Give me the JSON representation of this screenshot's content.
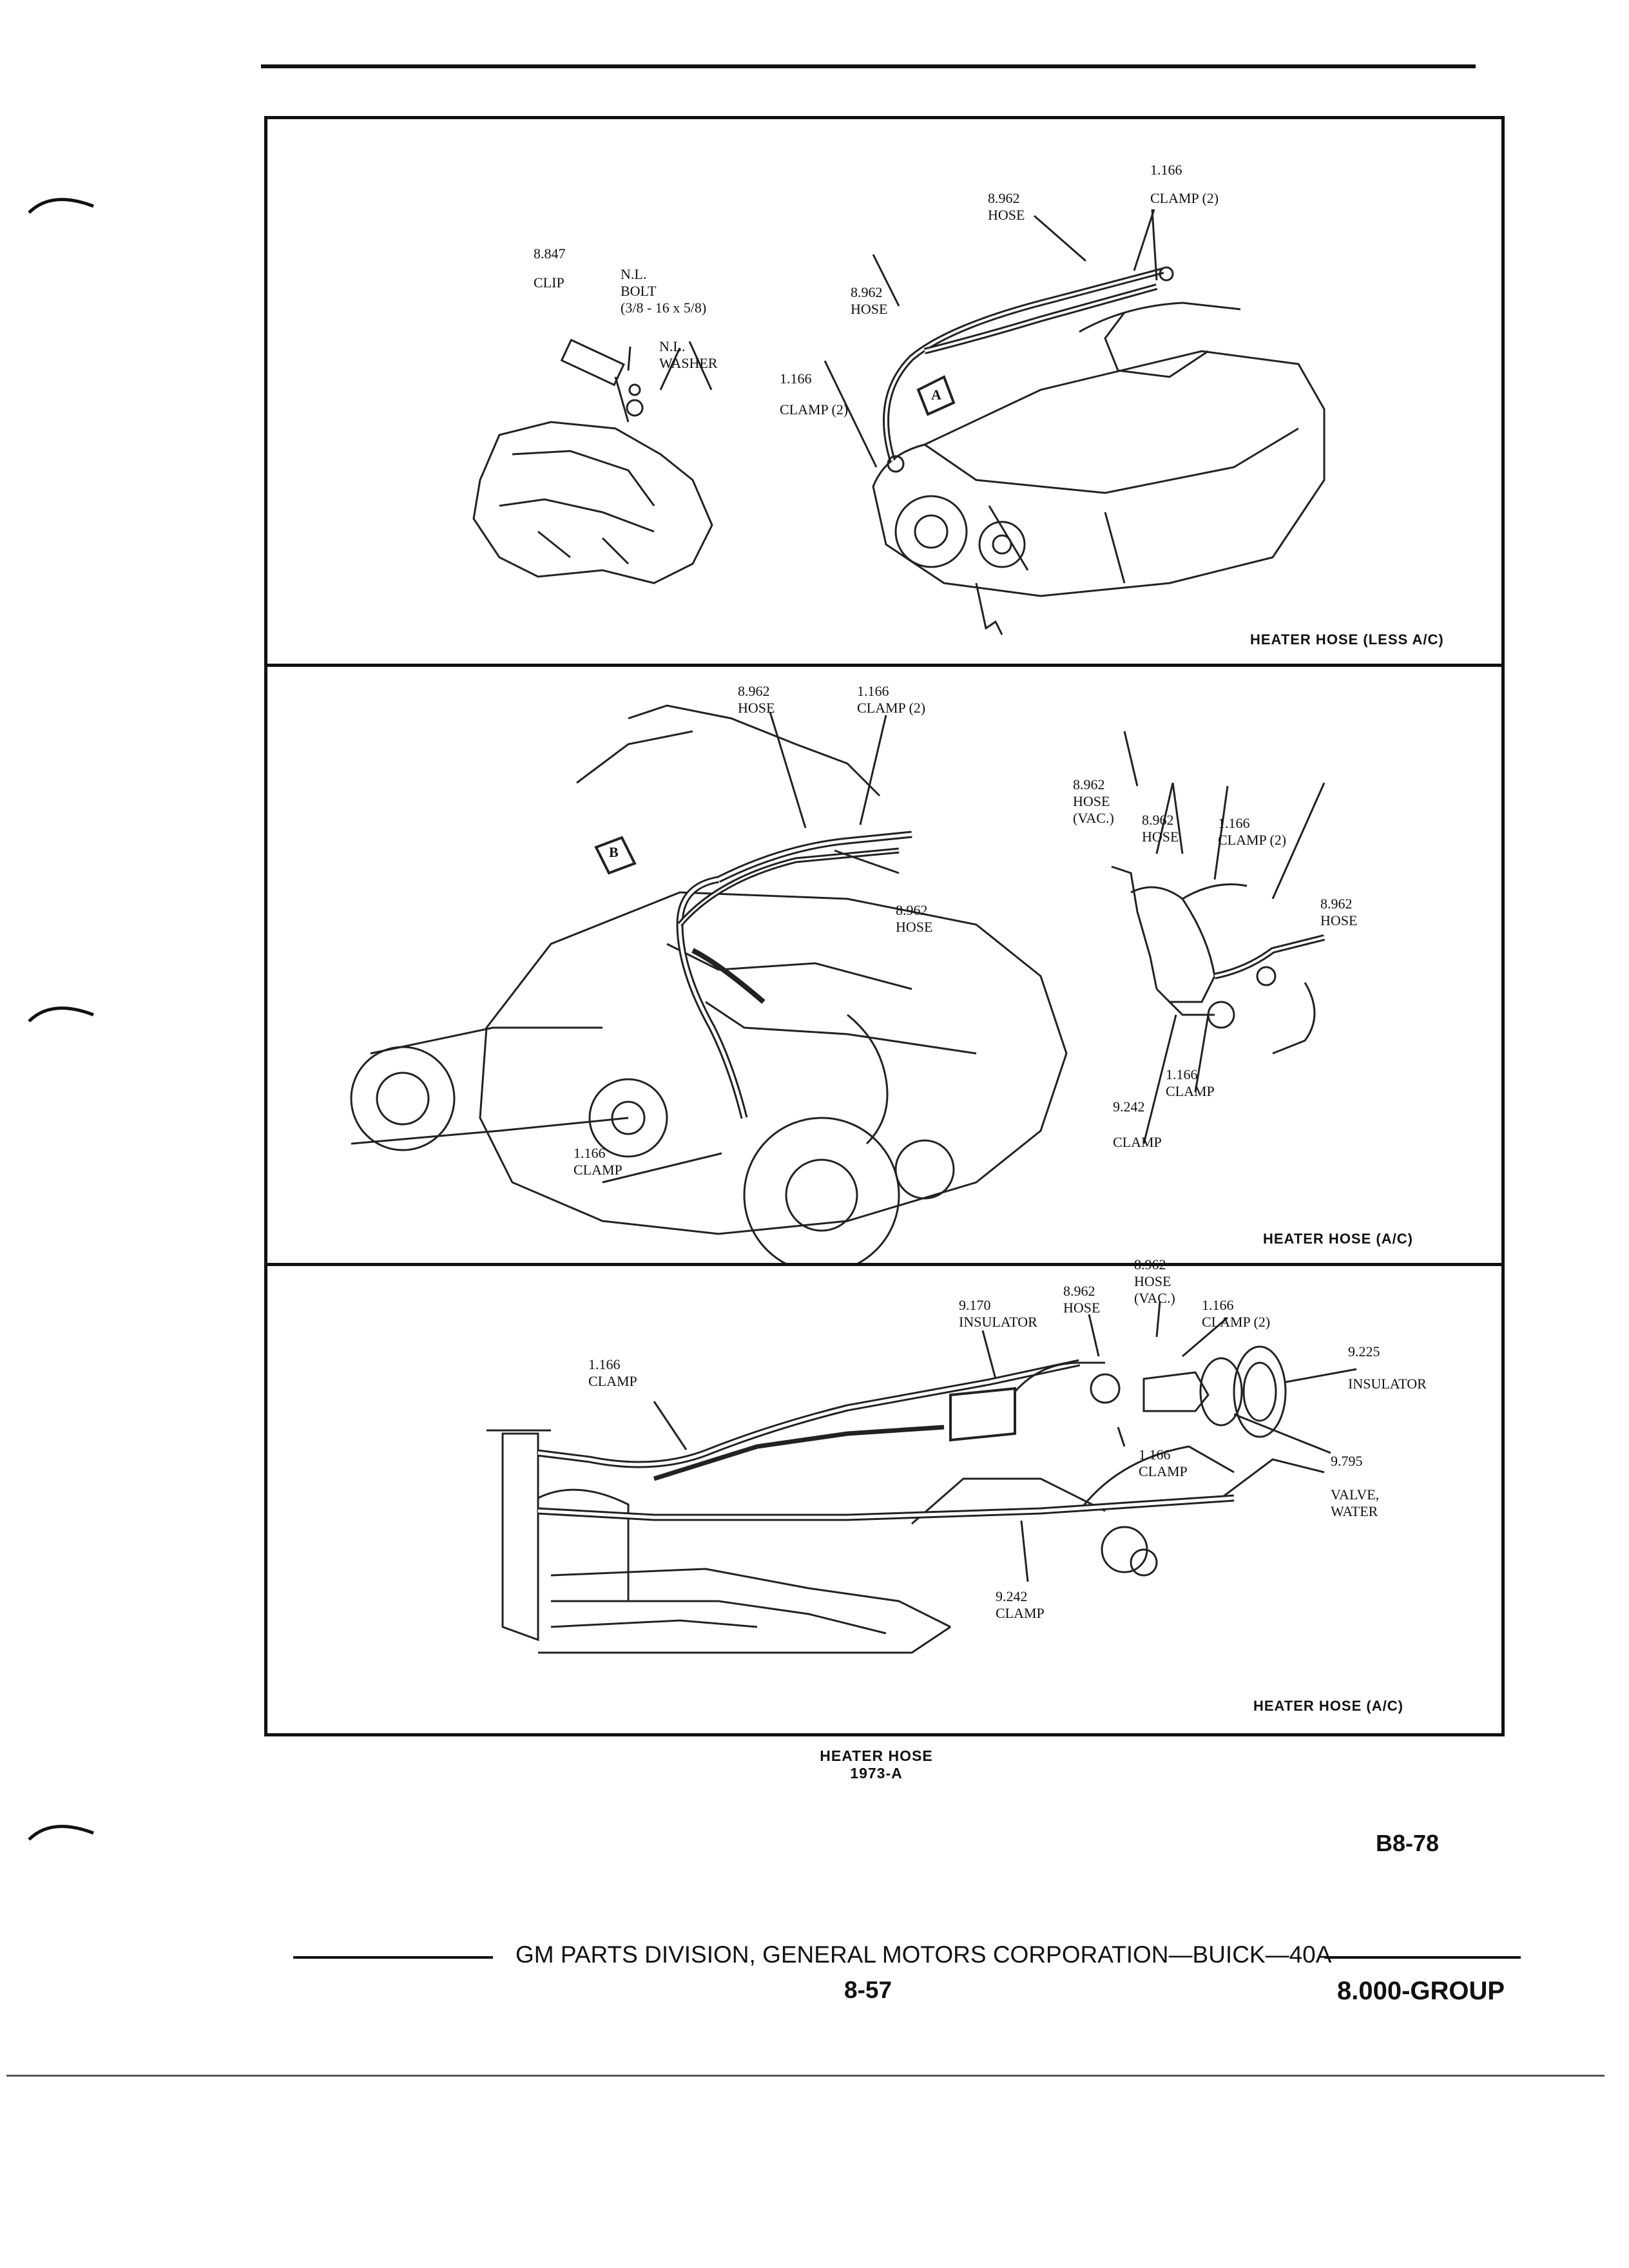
{
  "panels": {
    "top": {
      "caption": "HEATER HOSE (LESS A/C)",
      "labels": {
        "clip_num": "8.847",
        "clip": "CLIP",
        "bolt": "N.L.\nBOLT\n(3/8 - 16 x 5/8)",
        "washer": "N.L.\nWASHER",
        "hose_upper": "8.962\nHOSE",
        "hose_mid": "8.962\nHOSE",
        "clamp_top_num": "1.166",
        "clamp_top": "CLAMP (2)",
        "clamp_left_num": "1.166",
        "clamp_left": "CLAMP (2)",
        "callout_a": "A"
      }
    },
    "middle": {
      "caption": "HEATER HOSE (A/C)",
      "labels": {
        "hose_top": "8.962\nHOSE",
        "clamp_top": "1.166\nCLAMP (2)",
        "hose_mid": "8.962\nHOSE",
        "clamp_bottom": "1.166\nCLAMP",
        "hose_vac": "8.962\nHOSE\n(VAC.)",
        "hose_right_a": "8.962\nHOSE",
        "clamp_right": "1.166\nCLAMP (2)",
        "hose_right_b": "8.962\nHOSE",
        "clamp_inset": "1.166\nCLAMP",
        "clamp_9242_num": "9.242",
        "clamp_9242": "CLAMP",
        "callout_b": "B"
      }
    },
    "bottom": {
      "caption": "HEATER HOSE (A/C)",
      "labels": {
        "clamp_left": "1.166\nCLAMP",
        "insulator_9170": "9.170\nINSULATOR",
        "hose": "8.962\nHOSE",
        "hose_vac": "8.962\nHOSE\n(VAC.)",
        "clamp_2": "1.166\nCLAMP (2)",
        "insulator_num": "9.225",
        "insulator": "INSULATOR",
        "clamp_center": "1.166\nCLAMP",
        "valve": "9.795\n\nVALVE,\nWATER",
        "clamp_9242": "9.242\nCLAMP"
      }
    }
  },
  "figure_title": "HEATER HOSE\n1973-A",
  "page_code": "B8-78",
  "footer": {
    "source": "GM PARTS DIVISION,  GENERAL MOTORS CORPORATION—BUICK—40A",
    "page": "8-57",
    "group": "8.000-GROUP"
  }
}
